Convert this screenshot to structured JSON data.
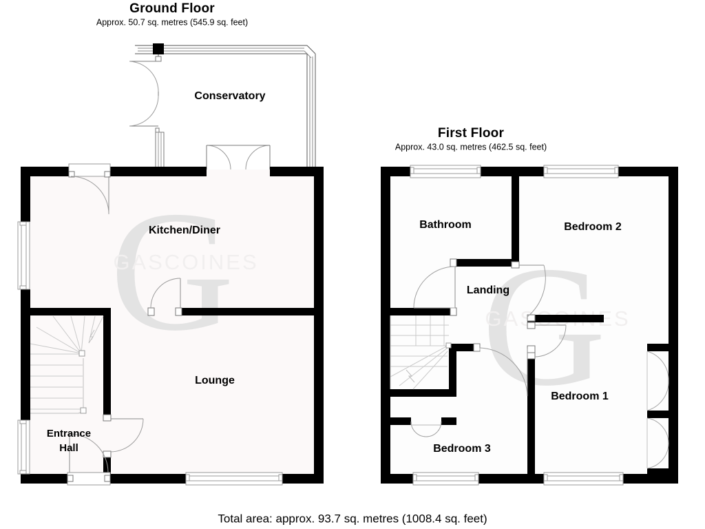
{
  "document": {
    "type": "floor-plan",
    "brand_watermark": "GASCOINES",
    "watermark_letter": "G",
    "background_color": "#ffffff",
    "wall_color": "#000000",
    "room_fill_color": "#fcf9f9",
    "text_color": "#000000"
  },
  "ground_floor": {
    "title": "Ground Floor",
    "area_text": "Approx. 50.7 sq. metres (545.9 sq. feet)",
    "area_metric": "50.7",
    "area_imperial": "545.9",
    "rooms": [
      {
        "name": "Conservatory",
        "label": "Conservatory"
      },
      {
        "name": "Kitchen/Diner",
        "label": "Kitchen/Diner"
      },
      {
        "name": "Lounge",
        "label": "Lounge"
      },
      {
        "name": "Entrance Hall",
        "label_line1": "Entrance",
        "label_line2": "Hall"
      }
    ]
  },
  "first_floor": {
    "title": "First Floor",
    "area_text": "Approx. 43.0 sq. metres (462.5 sq. feet)",
    "area_metric": "43.0",
    "area_imperial": "462.5",
    "rooms": [
      {
        "name": "Bathroom",
        "label": "Bathroom"
      },
      {
        "name": "Bedroom 2",
        "label": "Bedroom 2"
      },
      {
        "name": "Landing",
        "label": "Landing"
      },
      {
        "name": "Bedroom 1",
        "label": "Bedroom 1"
      },
      {
        "name": "Bedroom 3",
        "label": "Bedroom 3"
      }
    ]
  },
  "footer": {
    "total_text": "Total area: approx. 93.7 sq. metres (1008.4 sq. feet)",
    "total_metric": "93.7",
    "total_imperial": "1008.4"
  }
}
